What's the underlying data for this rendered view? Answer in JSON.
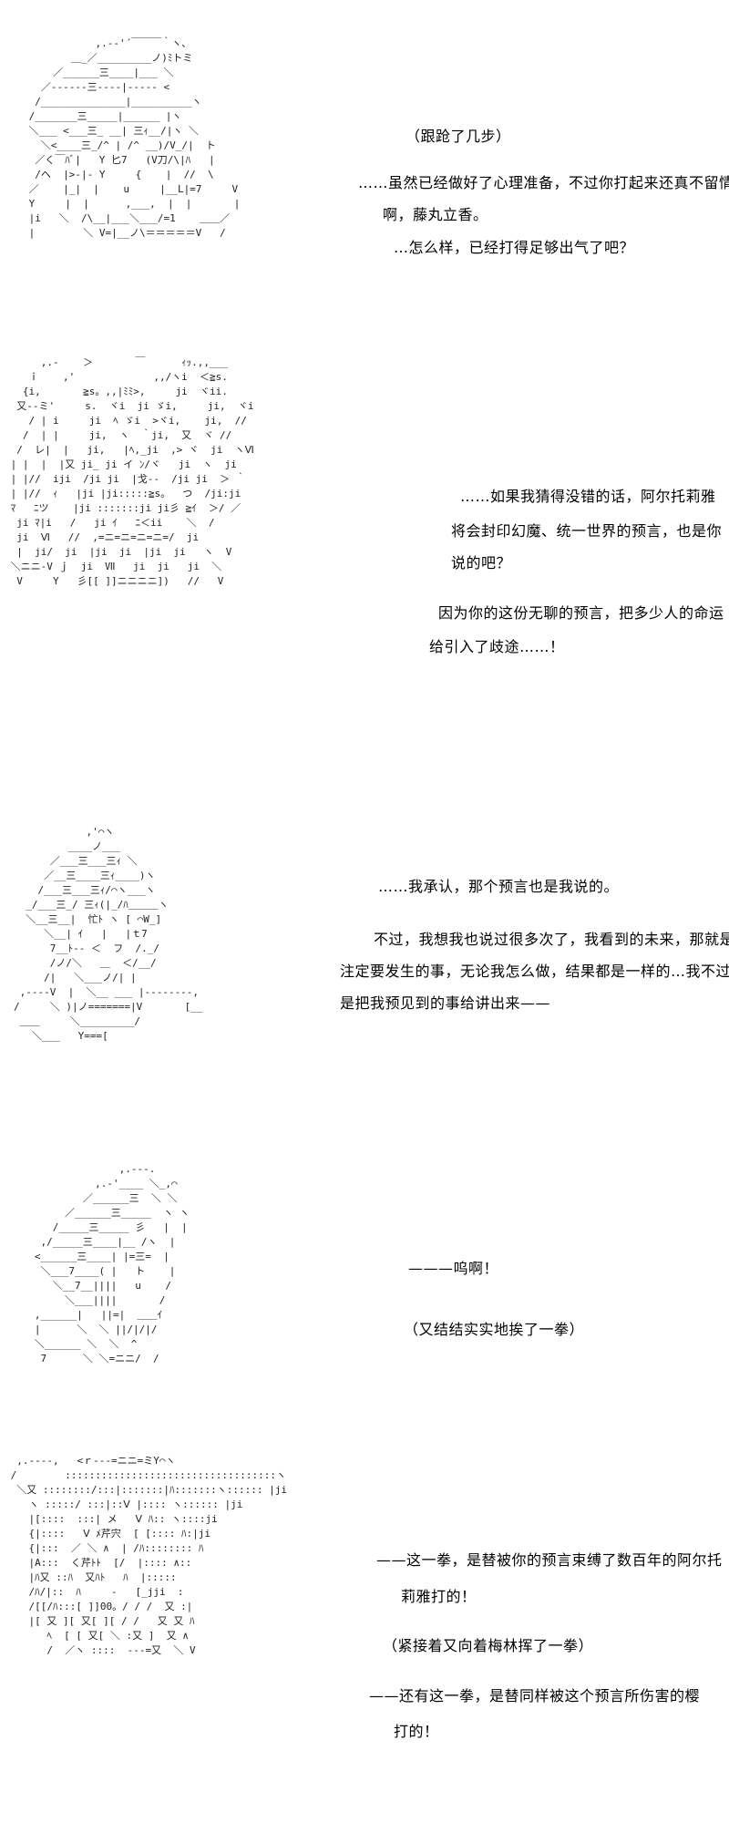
{
  "panels": [
    {
      "art": "            ,.-‐'´￣￣￣｀ヽ、\n        ＿_／_________ノ)ﾐトミ\n     ／______三____|___ ＼\n   ／‐‐‐‐‐‐三‐‐‐‐|‐‐‐‐‐ <\n  /______________|__________ヽ\n /_______三_____|______ |ヽ\n ＼___ <___三_ __| 三ｨ__/|ヽ ＼\n   ＼<____三_/^ | /^ __)/V_/|  ト\n  ／く￣ﾊﾞ|   Y 匕7   (V刀/\\|ﾊ   |\n  /ヘ  |>‐|‐ Y     {    |  //  \\\n ／    |_|  |    u     |__L|=7     V\n Y     |  |      ,___,  |  |       |\n |i   ＼  /\\__|___＼___/=1    ＿＿／\n |        ＼ V=|__ノ\\＝＝＝＝＝V   /",
      "lines": [
        "（跟跄了几步）",
        "……虽然已经做好了心理准备，不过你打起来还真不留情",
        "啊，藤丸立香。",
        "…怎么样，已经打得足够出气了吧？"
      ]
    },
    {
      "art": "      ,.‐    ＞       ￣      ｨｯ.,,___\n    ｉ    ,'             ,,/ヽi  ＜≧s.\n   {i,       ≧s。,,|ﾐﾐ>,     ji  ヾii.\n  又‐‐ミ'     s.  ヾi  ji ゞi,     ji,  ヾi\n    / | i     ji  ﾍ ゞi  >ヾi,    ji,  //\n   /  | |     ji,  ヽ  ｀ji,  又  ヾ //\n  /  レ|  |   ji,   |ﾍ,_ji  ,> ヾ  ji  ヽⅥ\n | |  |  |又 ji_ ji イ ﾝ/ヾ   ji  ヽ  ji\n | |//  iji  /ji ji  |戈‐‐  /ji ji  ＞ ｀\n | |//  ｨ   |ji |ji:::::≧s。  つ  /ji:ji\n ﾏ   ﾆツ    |ji :::::::ji ji彡 ≧ｲ  ＞/ ／\n  ji ﾏ|i   /   ji ｲ   ﾆ＜ii    ＼  /\n  ji  Ⅵ   //  ,=ニ=ニ=ニ=ニ=/  ji\n  |  ji/  ji  |ji  ji  |ji  ji   ヽ  V\n ＼ニニ‐V ｊ  ji  Ⅶ   ji  ji   ji  ＼\n  V     Y   彡[[ ]]ニニニニ])   //   V",
      "lines": [
        "……如果我猜得没错的话，阿尔托莉雅",
        "将会封印幻魔、统一世界的预言，也是你",
        "说的吧？",
        "因为你的这份无聊的预言，把多少人的命运",
        "给引入了歧途……！"
      ]
    },
    {
      "art": "            ,'⌒ヽ\n         ____ノ___\n      ／___三___三ｨ ＼\n     ／__三____三ｨ____)ヽ\n    /___三___三ｨ/⌒ヽ___ヽ\n  _/___三_/ 三ｨ(|_/ﾊ＿＿＿ヽ\n  ＼__三__|  忙ﾄ ヽ [ ⌒W_]\n     ＼__| ｲ   |   |ｔ7\n      7__ﾄ‐‐ ＜  フ  /._/\n      /ノ/＼   ＿  ＜/__/\n     /|   ＼___ノ/| |\n ,‐‐‐‐V  |  ＼__ ___ |‐‐‐‐‐‐‐‐,\n/     ＼ )|ノ=======|V       [__\n ＿＿     ＼_________/\n   ＼___   Y===[",
      "lines": [
        "……我承认，那个预言也是我说的。",
        "不过，我想我也说过很多次了，我看到的未来，那就是",
        "注定要发生的事，无论我怎么做，结果都是一样的…我不过",
        "是把我预见到的事给讲出来——"
      ]
    },
    {
      "art": "                 ,.-‐-.\n             ,.‐'____ ＼_,⌒\n           ／______三  ＼ ＼\n        ／______三_____  ヽ ヽ\n      /_____三_____ 彡   |  |\n    ,/_____三____|__ /ヽ  |\n   <______三____| |=三=  |\n    ＼___7____( |   ト    |\n      ＼__7__||||   u    /\n        ＼___||||       /\n   ,______|   ||=|  ＿＿ｲ\n   |      ＼  ＼ ||/|/|/\n   ＼______ ＼  ＼  ^\n    7      ＼ ＼=ニニ/  /",
      "lines": [
        "———呜啊！",
        "（又结结实实地挨了一拳）"
      ]
    },
    {
      "art": "  ,.-‐‐‐,   <ｒ‐‐‐=ニニ=ミY⌒ヽ\n /        :::::::::::::::::::::::::::::::::::ヽ\n  ＼又 ::::::::/:::|:::::::|ﾊ:::::::ヽ:::::: |ji\n    ヽ :::::/ :::|::Ⅴ |:::: ヽ:::::: |ji\n    |[::::  :::| メ   Ⅴ ﾊ:: ヽ::::ji\n    {|::::   Ⅴ ﾒ芹宍  [ [:::: ﾊ:|ji\n    {|:::  ／ ＼ ∧  | /ﾊ:::::::: ﾊ\n    |A:::  く芹ﾄﾄ  [/  |:::: ∧::\n    |ﾊ又 ::ﾊ  又ﾊﾄ   ﾊ  |:::::\n    /ﾊ/|::  ﾊ     -   [_jji  :\n    /[[/ﾊ:::[ ]]00。/ / /  又 :|\n    |[ 又 ][ 又[ ][ / /   又 又 ﾊ\n       ﾍ  [ [ 又[ ＼ :又 ]  又 ∧\n       /  ／ヽ ::::  ‐‐‐=又  ＼ V",
      "lines": [
        "——这一拳，是替被你的预言束缚了数百年的阿尔托",
        "莉雅打的！",
        "（紧接着又向着梅林挥了一拳）",
        "——还有这一拳，是替同样被这个预言所伤害的樱",
        "打的！"
      ]
    }
  ]
}
